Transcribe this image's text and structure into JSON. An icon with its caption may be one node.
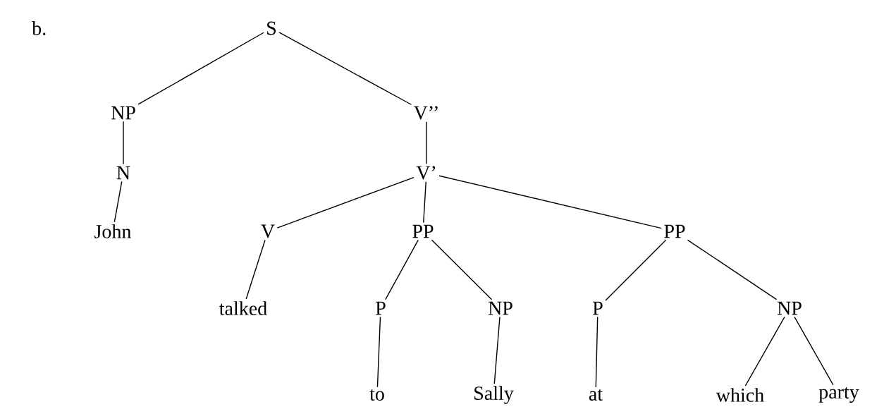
{
  "diagram": {
    "nodes": [
      {
        "text": [
          "S"
        ]
      },
      {
        "text": [
          "NP"
        ]
      },
      {
        "text": [
          "V’’"
        ]
      },
      {
        "text": [
          "N"
        ]
      },
      {
        "text": [
          "V’"
        ]
      },
      {
        "text": [
          "John"
        ]
      },
      {
        "text": [
          "V"
        ]
      },
      {
        "text": [
          "PP"
        ]
      },
      {
        "text": [
          "PP"
        ]
      },
      {
        "text": [
          "talked"
        ]
      },
      {
        "text": [
          "P"
        ]
      },
      {
        "text": [
          "NP"
        ]
      },
      {
        "text": [
          "P"
        ]
      },
      {
        "text": [
          "NP"
        ]
      },
      {
        "text": [
          "to"
        ]
      },
      {
        "text": [
          "Sally"
        ]
      },
      {
        "text": [
          "at"
        ]
      },
      {
        "text": [
          "which"
        ]
      },
      {
        "text": [
          "party"
        ]
      }
    ],
    "edges": [
      {
        "from": 0,
        "to": 1,
        "arrow": "none"
      },
      {
        "from": 0,
        "to": 2,
        "arrow": "none"
      },
      {
        "from": 1,
        "to": 3,
        "arrow": "none"
      },
      {
        "from": 2,
        "to": 4,
        "arrow": "none"
      },
      {
        "from": 3,
        "to": 5,
        "arrow": "none"
      },
      {
        "from": 4,
        "to": 6,
        "arrow": "none"
      },
      {
        "from": 4,
        "to": 7,
        "arrow": "none"
      },
      {
        "from": 4,
        "to": 8,
        "arrow": "none"
      },
      {
        "from": 6,
        "to": 9,
        "arrow": "none"
      },
      {
        "from": 7,
        "to": 10,
        "arrow": "none"
      },
      {
        "from": 7,
        "to": 11,
        "arrow": "none"
      },
      {
        "from": 8,
        "to": 12,
        "arrow": "none"
      },
      {
        "from": 8,
        "to": 13,
        "arrow": "none"
      },
      {
        "from": 10,
        "to": 14,
        "arrow": "none"
      },
      {
        "from": 11,
        "to": 15,
        "arrow": "none"
      },
      {
        "from": 12,
        "to": 16,
        "arrow": "none"
      },
      {
        "from": 13,
        "to": 17,
        "arrow": "none"
      },
      {
        "from": 13,
        "to": 18,
        "arrow": "none"
      }
    ],
    "labels": [
      "b."
    ]
  }
}
